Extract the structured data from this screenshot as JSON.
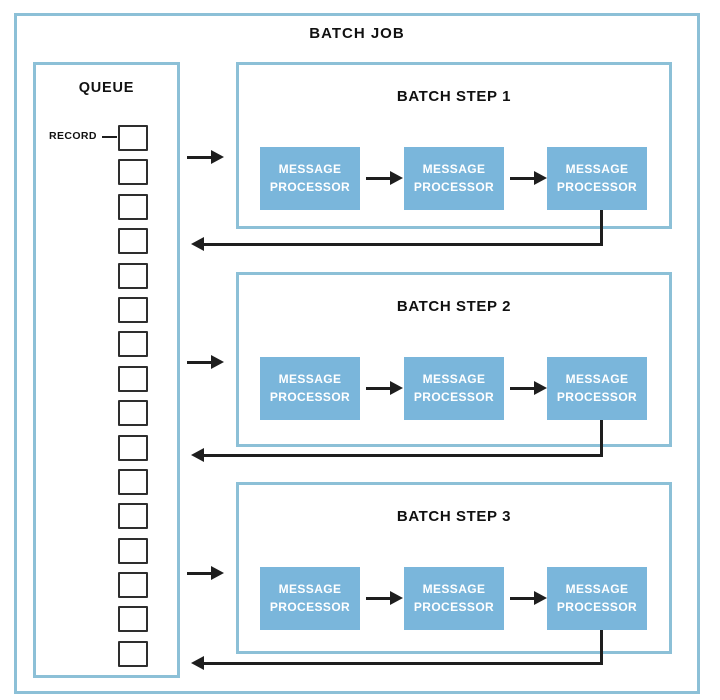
{
  "diagram": {
    "title": "BATCH JOB",
    "queue": {
      "title": "QUEUE",
      "record_label": "RECORD",
      "record_count": 16
    },
    "steps": [
      {
        "label": "BATCH STEP 1",
        "processors": [
          "MESSAGE PROCESSOR",
          "MESSAGE PROCESSOR",
          "MESSAGE PROCESSOR"
        ]
      },
      {
        "label": "BATCH STEP 2",
        "processors": [
          "MESSAGE PROCESSOR",
          "MESSAGE PROCESSOR",
          "MESSAGE PROCESSOR"
        ]
      },
      {
        "label": "BATCH STEP 3",
        "processors": [
          "MESSAGE PROCESSOR",
          "MESSAGE PROCESSOR",
          "MESSAGE PROCESSOR"
        ]
      }
    ],
    "colors": {
      "container_border": "#8cc0d7",
      "processor_fill": "#7ab6db",
      "processor_text": "#ffffff",
      "record_border": "#2e2e2e",
      "line": "#1e1e1e",
      "title_text": "#111111",
      "background": "#ffffff"
    }
  }
}
